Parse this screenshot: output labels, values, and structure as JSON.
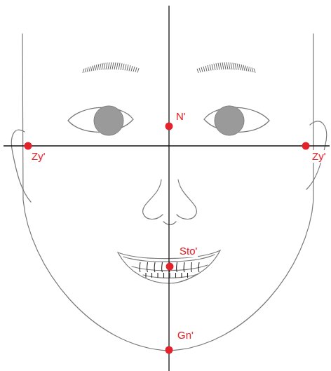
{
  "diagram": {
    "labels": [
      "N'",
      "Zy'",
      "Zy'",
      "Sto'",
      "Gn'"
    ]
  }
}
